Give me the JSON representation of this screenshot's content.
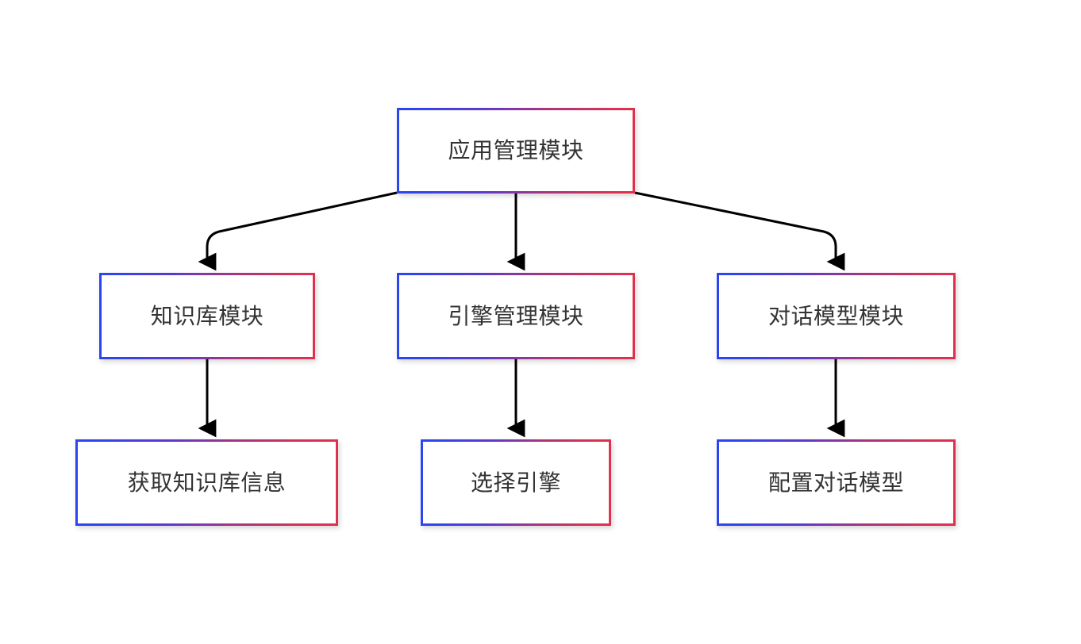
{
  "diagram": {
    "type": "flowchart-tree",
    "orientation": "top-down",
    "background_color": "#ffffff",
    "node_border_gradient_start": "#2c45f0",
    "node_border_gradient_end": "#e0304f",
    "node_text_color": "#333333",
    "edge_color": "#000000",
    "levels": 3,
    "nodes": [
      {
        "id": "root",
        "label": "应用管理模块",
        "level": 1
      },
      {
        "id": "kb",
        "label": "知识库模块",
        "level": 2
      },
      {
        "id": "engine",
        "label": "引擎管理模块",
        "level": 2
      },
      {
        "id": "dialog",
        "label": "对话模型模块",
        "level": 2
      },
      {
        "id": "kb_info",
        "label": "获取知识库信息",
        "level": 3
      },
      {
        "id": "sel_eng",
        "label": "选择引擎",
        "level": 3
      },
      {
        "id": "cfg_model",
        "label": "配置对话模型",
        "level": 3
      }
    ],
    "edges": [
      {
        "id": "root-kb",
        "from": "root",
        "to": "kb",
        "style": "curved-orthogonal",
        "arrow": "triangle"
      },
      {
        "id": "root-engine",
        "from": "root",
        "to": "engine",
        "style": "straight-vertical",
        "arrow": "triangle"
      },
      {
        "id": "root-dialog",
        "from": "root",
        "to": "dialog",
        "style": "curved-orthogonal",
        "arrow": "triangle"
      },
      {
        "id": "kb-kb_info",
        "from": "kb",
        "to": "kb_info",
        "style": "straight-vertical",
        "arrow": "triangle"
      },
      {
        "id": "engine-sel_eng",
        "from": "engine",
        "to": "sel_eng",
        "style": "straight-vertical",
        "arrow": "triangle"
      },
      {
        "id": "dialog-cfg_model",
        "from": "dialog",
        "to": "cfg_model",
        "style": "straight-vertical",
        "arrow": "triangle"
      }
    ]
  }
}
